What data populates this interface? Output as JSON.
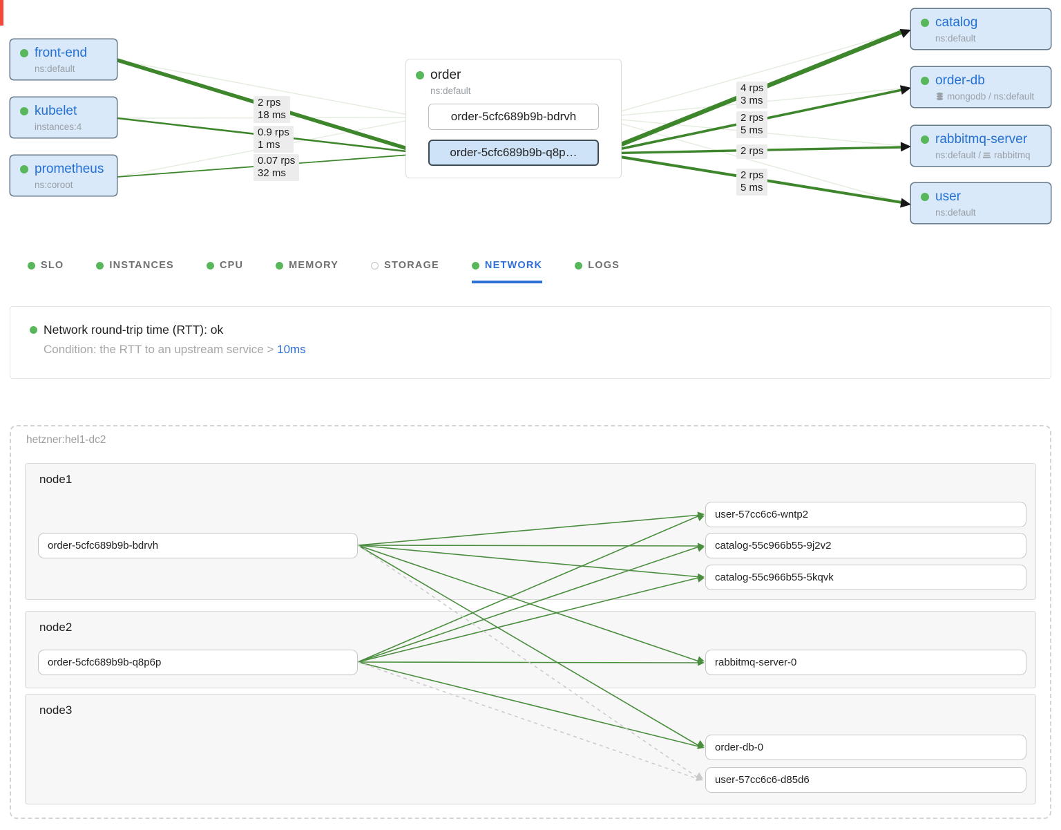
{
  "colors": {
    "edge_green": "#3e862c",
    "edge_faint": "#e3ecdf",
    "map_line_green": "#4b8d3f",
    "accent_blue": "#2e6fd8",
    "ok_green": "#58b75b",
    "alert_red": "#f4483a"
  },
  "topology": {
    "left_services": [
      {
        "name": "front-end",
        "subtitle": "ns:default"
      },
      {
        "name": "kubelet",
        "subtitle": "instances:4"
      },
      {
        "name": "prometheus",
        "subtitle": "ns:coroot"
      }
    ],
    "order_group": {
      "name": "order",
      "subtitle": "ns:default",
      "instances": [
        {
          "id": "order-5cfc689b9b-bdrvh"
        },
        {
          "id": "order-5cfc689b9b-q8p…"
        }
      ]
    },
    "right_services": [
      {
        "name": "catalog",
        "subtitle": "ns:default"
      },
      {
        "name": "order-db",
        "subtitle": "mongodb / ns:default"
      },
      {
        "name": "rabbitmq-server",
        "subtitle_prefix": "ns:default / ",
        "subtitle_app": "rabbitmq"
      },
      {
        "name": "user",
        "subtitle": "ns:default"
      }
    ],
    "edge_labels_left": [
      {
        "rps": "2 rps",
        "latency": "18 ms"
      },
      {
        "rps": "0.9 rps",
        "latency": "1 ms"
      },
      {
        "rps": "0.07 rps",
        "latency": "32 ms"
      }
    ],
    "edge_labels_right": [
      {
        "rps": "4 rps",
        "latency": "3 ms"
      },
      {
        "rps": "2 rps",
        "latency": "5 ms"
      },
      {
        "rps": "2 rps",
        "latency": ""
      },
      {
        "rps": "2 rps",
        "latency": "5 ms"
      }
    ]
  },
  "tabs": {
    "items": [
      {
        "label": "SLO"
      },
      {
        "label": "INSTANCES"
      },
      {
        "label": "CPU"
      },
      {
        "label": "MEMORY"
      },
      {
        "label": "STORAGE"
      },
      {
        "label": "NETWORK"
      },
      {
        "label": "LOGS"
      }
    ]
  },
  "rtt_check": {
    "title": "Network round-trip time (RTT): ok",
    "condition_prefix": "Condition: the RTT to an upstream service > ",
    "threshold": "10ms"
  },
  "map": {
    "zone": "hetzner:hel1-dc2",
    "nodes": [
      {
        "name": "node1"
      },
      {
        "name": "node2"
      },
      {
        "name": "node3"
      }
    ],
    "left_instances": [
      {
        "id": "order-5cfc689b9b-bdrvh"
      },
      {
        "id": "order-5cfc689b9b-q8p6p"
      }
    ],
    "right_instances": [
      {
        "id": "user-57cc6c6-wntp2"
      },
      {
        "id": "catalog-55c966b55-9j2v2"
      },
      {
        "id": "catalog-55c966b55-5kqvk"
      },
      {
        "id": "rabbitmq-server-0"
      },
      {
        "id": "order-db-0"
      },
      {
        "id": "user-57cc6c6-d85d6"
      }
    ]
  }
}
